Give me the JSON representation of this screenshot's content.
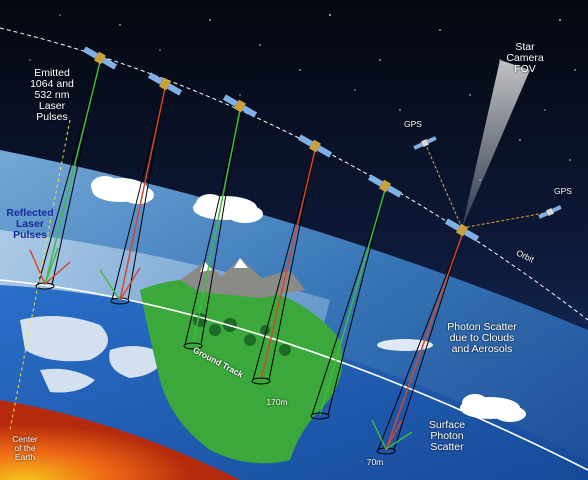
{
  "labels": {
    "emitted": "Emitted\n1064 and\n532 nm\nLaser\nPulses",
    "reflected": "Reflected\nLaser\nPulses",
    "star_camera": "Star\nCamera\nFOV",
    "gps_left": "GPS",
    "gps_right": "GPS",
    "orbit": "Orbit",
    "photon_scatter_clouds": "Photon Scatter\ndue to Clouds\nand Aerosols",
    "ground_track": "Ground Track",
    "spacing": "170m",
    "footprint": "70m",
    "surface_photon_scatter": "Surface\nPhoton\nScatter",
    "center_earth": "Center\nof the\nEarth"
  },
  "colors": {
    "space": "#05070f",
    "atmosphere": "#3b7fc4",
    "ocean": "#1f5fb5",
    "land": "#3aa83a",
    "laser_green": "#3dbd3d",
    "laser_red": "#d8452a",
    "core": "#e24a16"
  },
  "icons": [
    "satellite-icon",
    "gps-satellite-icon",
    "cloud-icon"
  ]
}
